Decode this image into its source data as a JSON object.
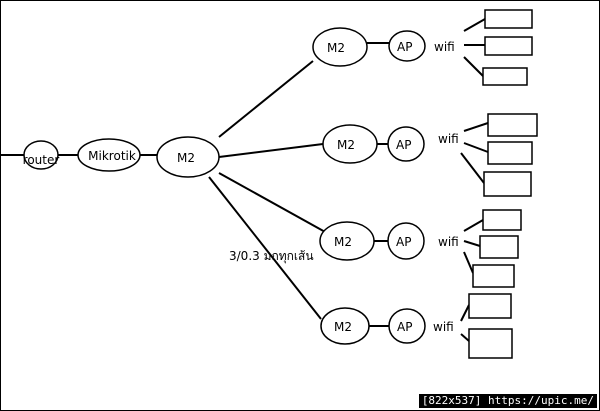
{
  "diagram": {
    "nodes": {
      "router": "router",
      "mikrotik": "Mikrotik",
      "m2_main": "M2",
      "branches": [
        {
          "m2": "M2",
          "ap": "AP",
          "wifi": "wifi"
        },
        {
          "m2": "M2",
          "ap": "AP",
          "wifi": "wifi"
        },
        {
          "m2": "M2",
          "ap": "AP",
          "wifi": "wifi"
        },
        {
          "m2": "M2",
          "ap": "AP",
          "wifi": "wifi"
        }
      ]
    },
    "link_label": "3/0.3 มกทุกเส้น"
  },
  "watermark": "[822x537] https://upic.me/"
}
